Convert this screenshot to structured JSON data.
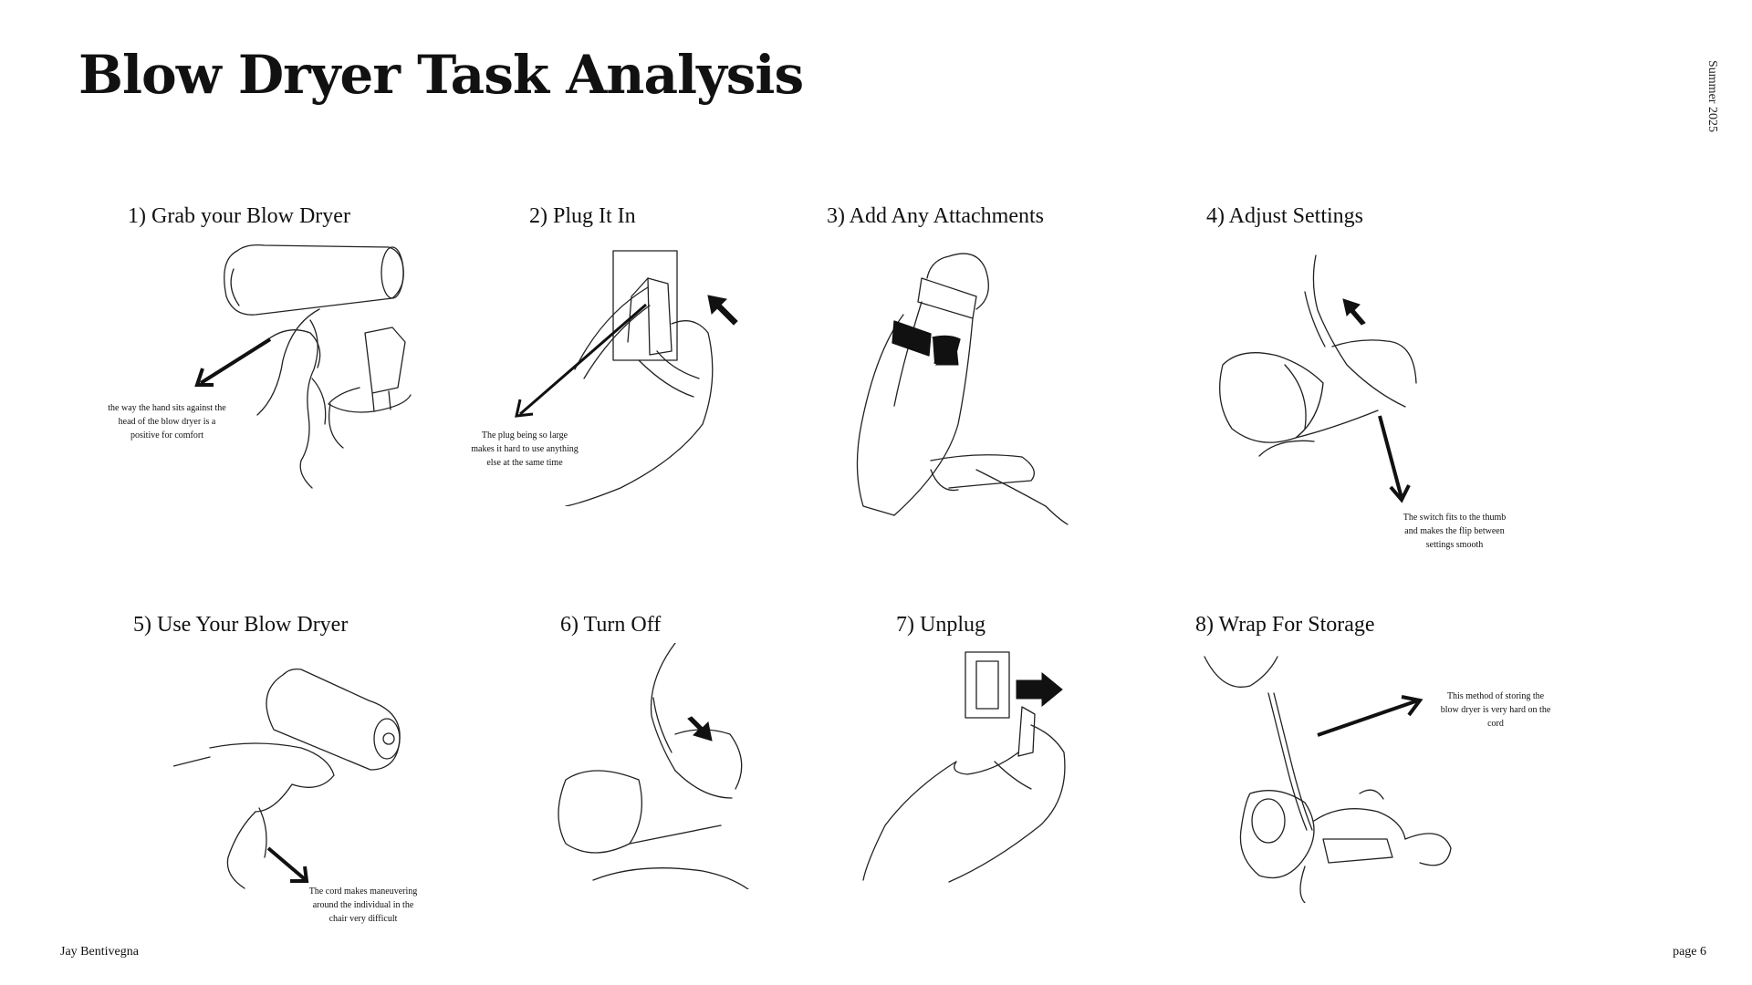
{
  "title": "Blow Dryer Task Analysis",
  "side_label": "Summer 2025",
  "footer": {
    "author": "Jay Bentivegna",
    "page": "page 6"
  },
  "steps": [
    {
      "label": "1) Grab your Blow Dryer",
      "note": "the way the hand sits against the head of the blow dryer is a positive for comfort"
    },
    {
      "label": "2) Plug It In",
      "note": "The plug being so large makes it hard to use anything else at the same time"
    },
    {
      "label": "3) Add Any Attachments"
    },
    {
      "label": "4) Adjust Settings",
      "note": "The switch fits to the thumb and makes the flip between settings smooth"
    },
    {
      "label": "5) Use Your Blow Dryer",
      "note": "The cord makes maneuvering around the individual in the chair very difficult"
    },
    {
      "label": "6) Turn Off"
    },
    {
      "label": "7) Unplug"
    },
    {
      "label": "8) Wrap For Storage",
      "note": "This method of storing the blow dryer is very hard on the cord"
    }
  ],
  "colors": {
    "ink": "#111111",
    "background": "#ffffff"
  }
}
